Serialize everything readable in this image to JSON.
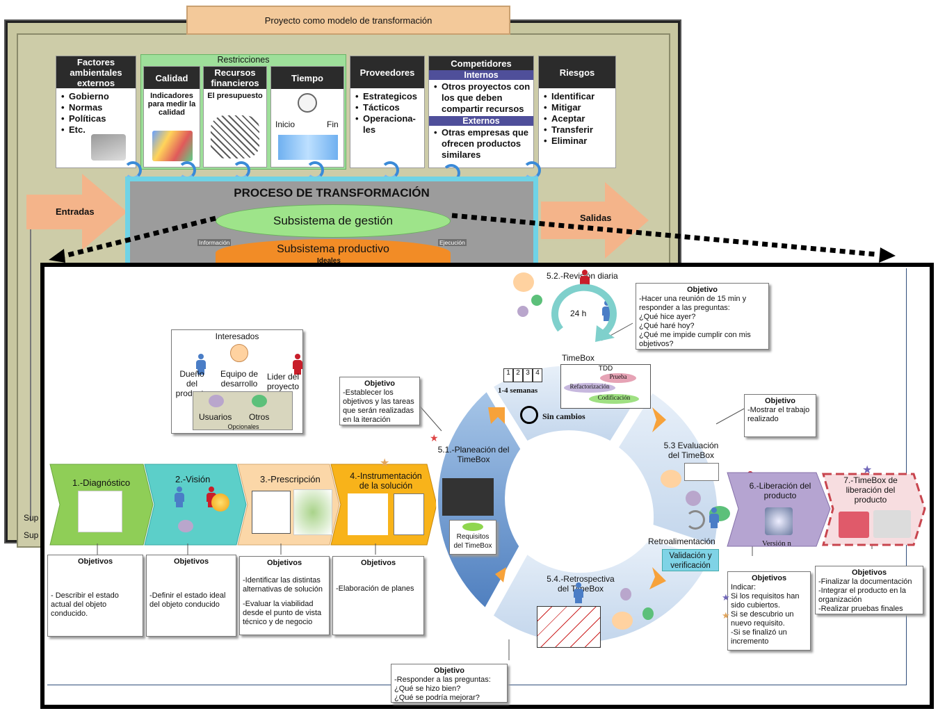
{
  "background": {
    "title": "Proyecto como modelo de transformación",
    "factors": [
      {
        "head": "Factores ambientales externos",
        "items": [
          "Gobierno",
          "Normas",
          "Políticas",
          "Etc."
        ]
      },
      {
        "head": "Proveedores",
        "items": [
          "Estrategicos",
          "Tácticos",
          "Operaciona-les"
        ]
      },
      {
        "head": "Riesgos",
        "items": [
          "Identificar",
          "Mitigar",
          "Aceptar",
          "Transferir",
          "Eliminar"
        ]
      }
    ],
    "restricciones": {
      "head": "Restricciones",
      "calidad": {
        "head": "Calidad",
        "text": "Indicadores para medir la calidad"
      },
      "recursos": {
        "head": "Recursos financieros",
        "text": "El presupuesto"
      },
      "tiempo": {
        "head": "Tiempo",
        "inicio": "Inicio",
        "fin": "Fin"
      }
    },
    "competidores": {
      "head": "Competidores",
      "internos": "Internos",
      "internos_text": "Otros proyectos con los que deben compartir recursos",
      "externos": "Externos",
      "externos_text": "Otras empresas que ofrecen productos similares"
    },
    "proceso": "PROCESO DE TRANSFORMACIÓN",
    "gestion": "Subsistema de gestión",
    "productivo": "Subsistema productivo",
    "ideales": "Ideales",
    "informacion": "Información",
    "ejecucion": "Ejecución",
    "entradas": "Entradas",
    "salidas": "Salidas",
    "sup1": "Sup",
    "sup2": "Sup"
  },
  "stakeholders": {
    "title": "Interesados",
    "dueno": "Dueño del producto",
    "equipo": "Equipo de desarrollo",
    "lider": "Lider del proyecto",
    "usuarios": "Usuarios",
    "otros": "Otros",
    "opcionales": "Opcionales"
  },
  "phases": [
    {
      "label": "1.-Diagnóstico",
      "color": "#8fce57"
    },
    {
      "label": "2.-Visión",
      "color": "#5ccfc9"
    },
    {
      "label": "3.-Prescripción",
      "color": "#fbd7a8"
    },
    {
      "label": "4.-Instrumentación de la solución",
      "color": "#f8b31a"
    }
  ],
  "phase_objectives": [
    {
      "head": "Objetivos",
      "text": "- Describir el estado actual del objeto conducido."
    },
    {
      "head": "Objetivos",
      "text": "-Definir el estado ideal del objeto conducido"
    },
    {
      "head": "Objetivos",
      "text1": "-Identificar las distintas alternativas de solución",
      "text2": "-Evaluar la viabilidad desde el punto de vista técnico y de negocio"
    },
    {
      "head": "Objetivos",
      "text": "-Elaboración de planes"
    }
  ],
  "cycle": {
    "planeacion": "5.1.-Planeación del TimeBox",
    "requisitos": "Requisitos del TimeBox",
    "timebox": "TimeBox",
    "tdd": "TDD",
    "prueba": "Prueba",
    "refactorizacion": "Refactorización",
    "codificacion": "Codificación",
    "semanas": "1-4 semanas",
    "weeks": [
      "1",
      "2",
      "3",
      "4"
    ],
    "sin_cambios": "Sin cambios",
    "evaluacion": "5.3 Evaluación del TimeBox",
    "retroalimentacion": "Retroalimentación",
    "validacion": "Validación y verificación",
    "retrospectiva": "5.4.-Retrospectiva del TimeBox",
    "revision": "5.2.-Revisión diaria",
    "h24": "24 h"
  },
  "objective_boxes": {
    "revision": {
      "head": "Objetivo",
      "lines": [
        "-Hacer una reunión de 15 min y responder a las preguntas:",
        "¿Qué hice ayer?",
        "¿Qué haré hoy?",
        "¿Qué me impide cumplir con mis objetivos?"
      ]
    },
    "planeacion": {
      "head": "Objetivo",
      "text": "-Establecer los objetivos y las tareas que serán realizadas en la iteración"
    },
    "evaluacion": {
      "head": "Objetivo",
      "text": "-Mostrar el trabajo realizado"
    },
    "retrospectiva": {
      "head": "Objetivo",
      "lines": [
        "-Responder a las preguntas:",
        "¿Qué se hizo bien?",
        "¿Qué se podría mejorar?"
      ]
    },
    "liberacion": {
      "head": "Objetivos",
      "lines": [
        "Indicar:",
        "Si los requisitos han sido cubiertos.",
        "Si se descubrio un nuevo requisito.",
        "-Si se finalizó un incremento"
      ]
    },
    "timebox_lib": {
      "head": "Objetivos",
      "lines": [
        "-Finalizar la documentación",
        "-Integrar el producto en la organización",
        "-Realizar pruebas finales"
      ]
    }
  },
  "release": {
    "liberacion": "6.-Liberación del producto",
    "version": "Versión n",
    "timebox_lib": "7.-TimeBox de liberación del producto"
  }
}
